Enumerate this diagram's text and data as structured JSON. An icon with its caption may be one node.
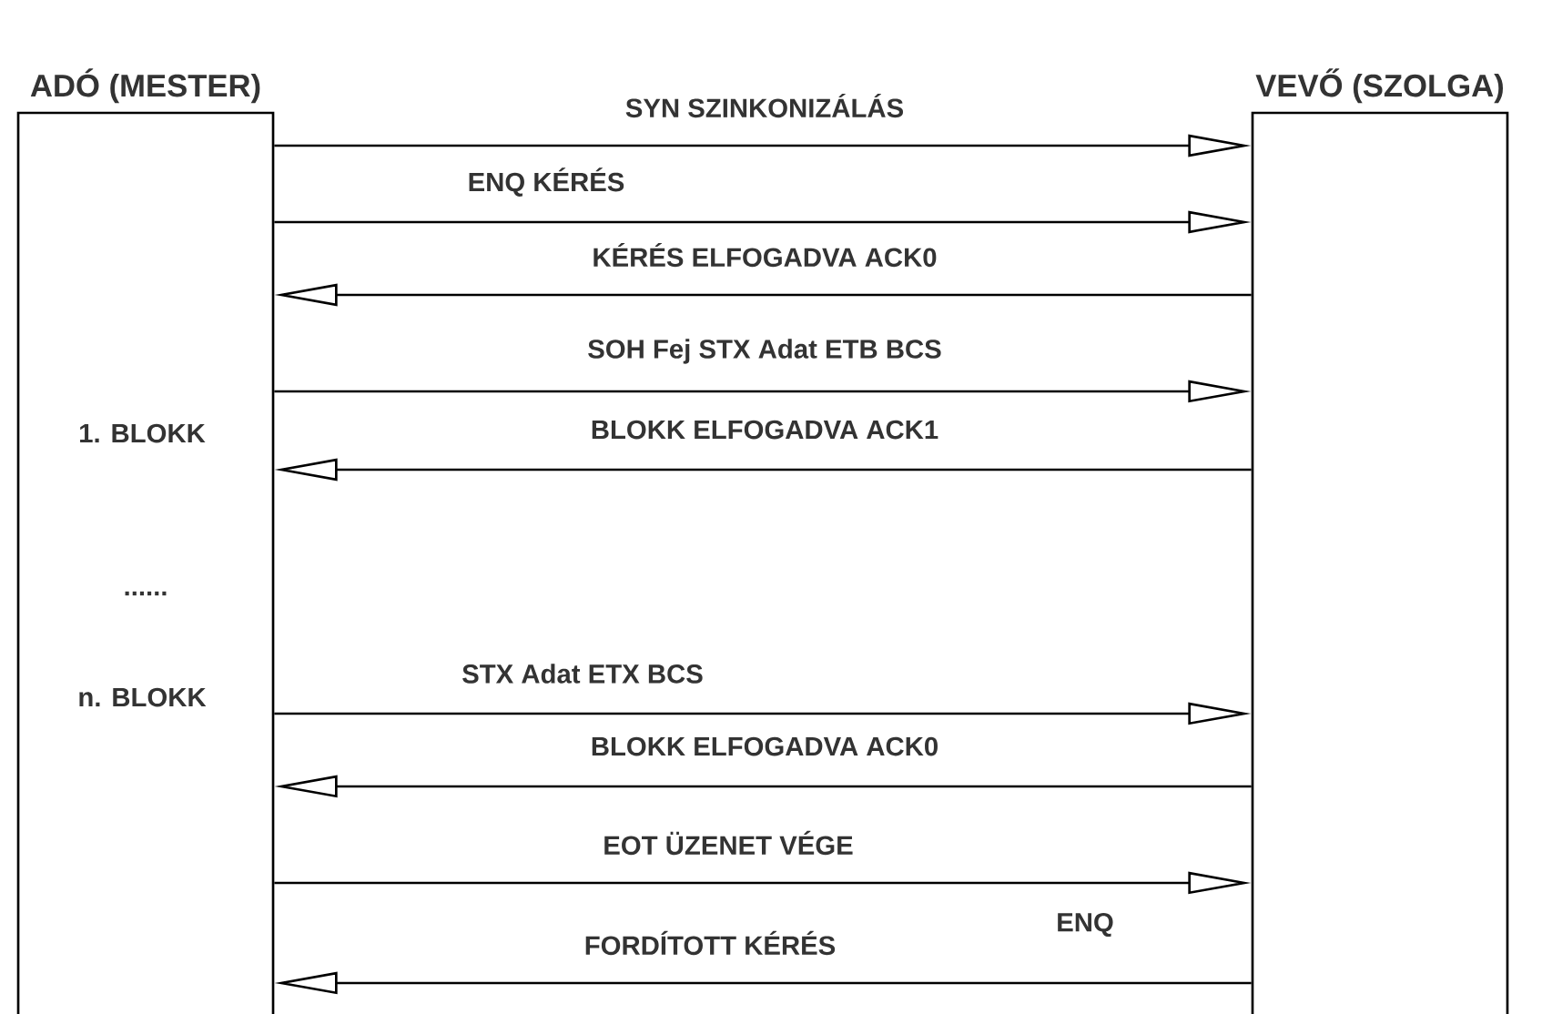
{
  "diagram": {
    "nodes": [
      {
        "text": [
          "ADÓ (MESTER)"
        ]
      },
      {
        "text": [
          "VEVŐ (SZOLGA)"
        ]
      }
    ],
    "edges": [
      {
        "from": 0,
        "to": 1,
        "arrow": "to",
        "label": "SYN SZINKONIZÁLÁS"
      },
      {
        "from": 0,
        "to": 1,
        "arrow": "to",
        "label": "ENQ KÉRÉS"
      },
      {
        "from": 1,
        "to": 0,
        "arrow": "to",
        "label": "KÉRÉS ELFOGADVA ACK0"
      },
      {
        "from": 0,
        "to": 1,
        "arrow": "to",
        "label": "SOH Fej STX Adat ETB BCS"
      },
      {
        "from": 1,
        "to": 0,
        "arrow": "to",
        "label": "BLOKK ELFOGADVA ACK1"
      },
      {
        "from": 0,
        "to": 1,
        "arrow": "to",
        "label": "STX Adat ETX BCS"
      },
      {
        "from": 1,
        "to": 0,
        "arrow": "to",
        "label": "BLOKK ELFOGADVA ACK0"
      },
      {
        "from": 0,
        "to": 1,
        "arrow": "to",
        "label": "EOT ÜZENET VÉGE"
      },
      {
        "from": 1,
        "to": 0,
        "arrow": "to",
        "label": "FORDÍTOTT KÉRÉS"
      }
    ],
    "labels": [
      "1. BLOKK",
      "......",
      "n. BLOKK",
      "ENQ"
    ]
  }
}
